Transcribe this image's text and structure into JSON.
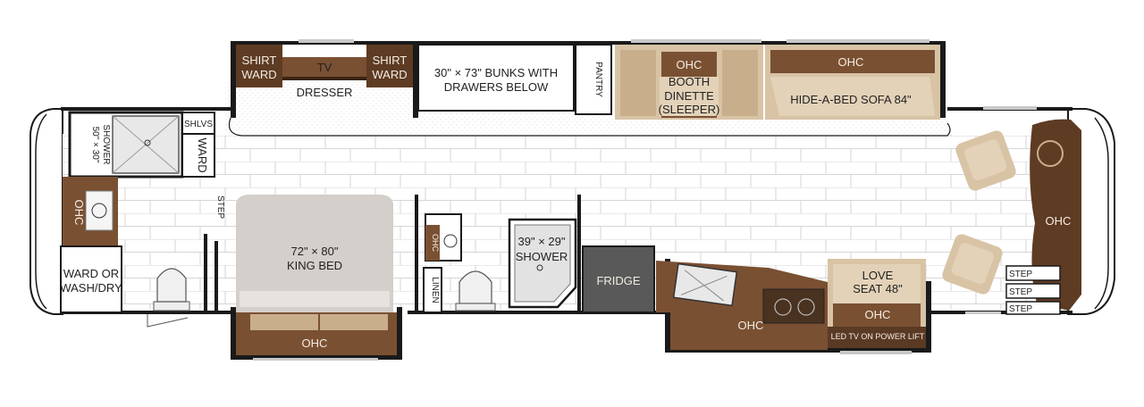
{
  "floorplan": {
    "shirt_ward_left": [
      "SHIRT",
      "WARD"
    ],
    "tv": "TV",
    "dresser": "DRESSER",
    "shirt_ward_right": [
      "SHIRT",
      "WARD"
    ],
    "bunks": [
      "30\" × 73\" BUNKS WITH",
      "DRAWERS BELOW"
    ],
    "pantry": "PANTRY",
    "booth_ohc": "OHC",
    "booth_dinette": [
      "BOOTH",
      "DINETTE",
      "(SLEEPER)"
    ],
    "sofa_ohc": "OHC",
    "sofa": "HIDE-A-BED SOFA 84\"",
    "rear_shower": [
      "50\" × 30\"",
      "SHOWER"
    ],
    "shlvs": "SHLVS",
    "ward": "WARD",
    "rear_ohc": "OHC",
    "step_rear": "STEP",
    "ward_wash": [
      "WARD OR",
      "WASH/DRY"
    ],
    "king_bed": [
      "72\" × 80\"",
      "KING BED"
    ],
    "bed_ohc": "OHC",
    "half_bath_ohc": "OHC",
    "linen": "LINEN",
    "mid_shower": [
      "39\" × 29\"",
      "SHOWER"
    ],
    "fridge": "FRIDGE",
    "galley_ohc": "OHC",
    "loveseat": [
      "LOVE",
      "SEAT 48\""
    ],
    "loveseat_ohc": "OHC",
    "led_tv": "LED TV ON POWER LIFT",
    "front_ohc": "OHC",
    "steps": [
      "STEP",
      "STEP",
      "STEP"
    ]
  }
}
